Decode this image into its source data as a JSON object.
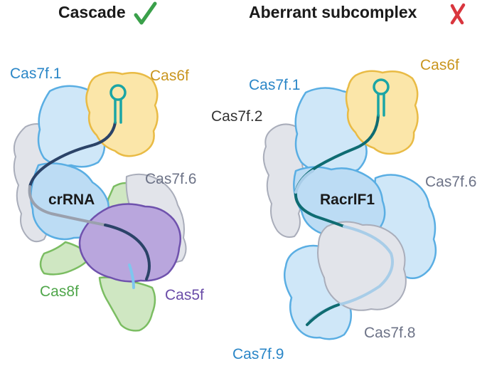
{
  "left_panel": {
    "title": "Cascade",
    "labels": {
      "cas7f1": "Cas7f.1",
      "cas6f": "Cas6f",
      "cas7f6": "Cas7f.6",
      "crrna": "crRNA",
      "cas8f": "Cas8f",
      "cas5f": "Cas5f"
    }
  },
  "right_panel": {
    "title": "Aberrant subcomplex",
    "labels": {
      "cas7f1": "Cas7f.1",
      "cas6f": "Cas6f",
      "cas7f2": "Cas7f.2",
      "cas7f6": "Cas7f.6",
      "racrlf1": "RacrlF1",
      "cas7f8": "Cas7f.8",
      "cas7f9": "Cas7f.9"
    }
  },
  "icons": {
    "check": "check-icon",
    "cross": "cross-icon"
  },
  "colors": {
    "check": "#3aa04a",
    "cross": "#d9363e",
    "cas7f_blue_label": "#2a86c7",
    "cas6f_label": "#c9951e",
    "grey_label": "#6d7387",
    "cas8f_label": "#4fa64a",
    "cas5f_label": "#6a4ca8",
    "dark_label": "#333333"
  }
}
